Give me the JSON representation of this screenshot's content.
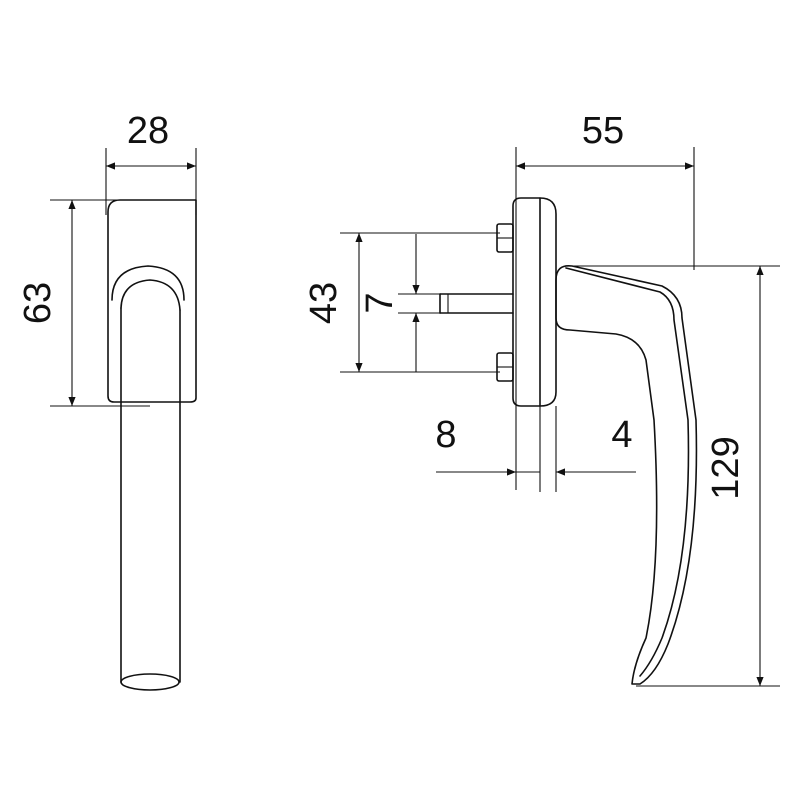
{
  "colors": {
    "line": "#111111",
    "background": "#ffffff"
  },
  "dimensions": {
    "front_width": "28",
    "front_height": "63",
    "side_depth": "55",
    "screw_spacing": "43",
    "spindle_size": "7",
    "rose_offset": "8",
    "rose_thickness": "4",
    "handle_height": "129"
  }
}
